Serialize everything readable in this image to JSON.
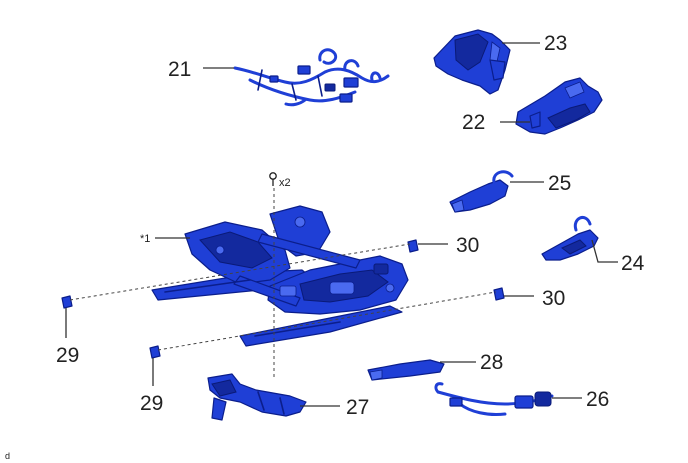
{
  "callouts": {
    "c21": "21",
    "c22": "22",
    "c23": "23",
    "c24": "24",
    "c25": "25",
    "c26": "26",
    "c27": "27",
    "c28": "28",
    "c29a": "29",
    "c29b": "29",
    "c30a": "30",
    "c30b": "30"
  },
  "labels": {
    "note1": "*1",
    "bolt_qty": "x2",
    "corner": "d"
  },
  "colors": {
    "part_fill": "#1f3fd6",
    "part_stroke": "#0b1e8c"
  }
}
